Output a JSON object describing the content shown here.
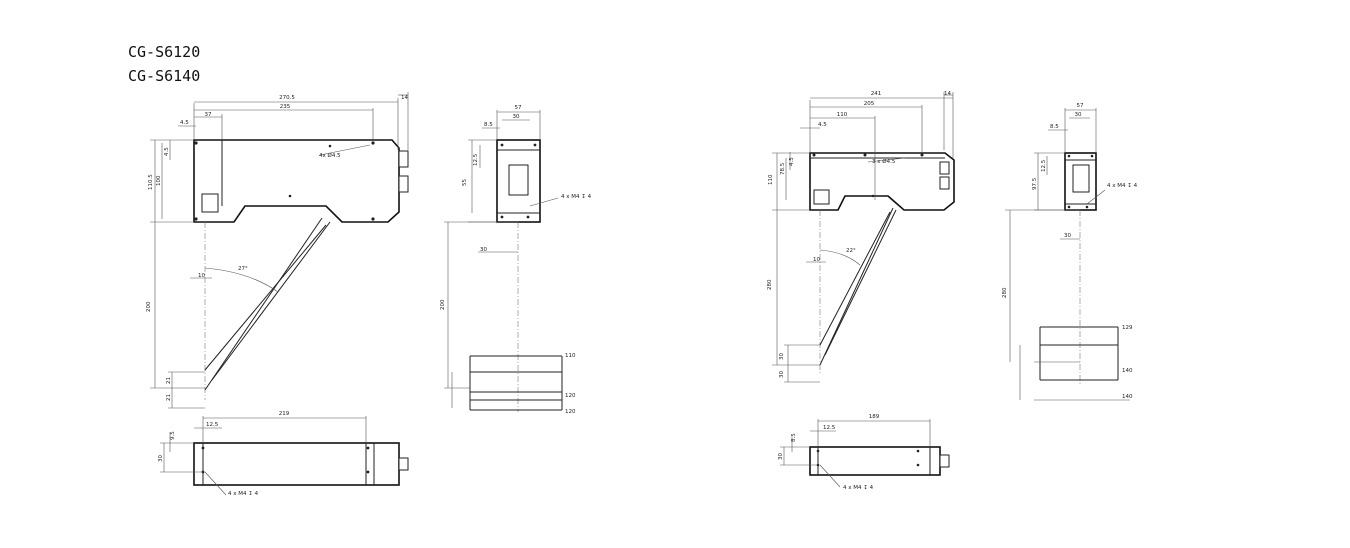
{
  "titles": [
    "CG-S6120",
    "CG-S6140"
  ],
  "left_model": {
    "side": {
      "total": "270.5",
      "flange": "14",
      "body": "235",
      "offset": "37",
      "edge": "4.5",
      "h_outer": "110.5",
      "h_inner": "100",
      "top": "4.5",
      "holes": "4x Ø4.5",
      "angle": "27°",
      "beam": "10",
      "range": "200",
      "d1": "21",
      "d2": "21"
    },
    "front": {
      "width": "57",
      "inner": "30",
      "edge": "8.5",
      "up": "12.5",
      "h": "55",
      "screws": "4 x M4 ↧ 4",
      "dist": "200",
      "center": "30",
      "s1": "110",
      "s2": "120",
      "s3": "120"
    },
    "top": {
      "length": "219",
      "edge": "12.5",
      "h1": "9.5",
      "h2": "30",
      "screws": "4 x M4 ↧ 4"
    }
  },
  "right_model": {
    "side": {
      "total": "241",
      "flange": "14",
      "body": "205",
      "offset": "110",
      "edge": "4.5",
      "h_outer": "110",
      "h_inner": "78.5",
      "top": "4.5",
      "holes": "3 x Ø4.5",
      "angle": "22°",
      "beam": "10",
      "range": "280",
      "d1": "30",
      "d2": "30"
    },
    "front": {
      "width": "57",
      "inner": "30",
      "edge": "8.5",
      "up": "12.5",
      "h": "97.5",
      "screws": "4 x M4 ↧ 4",
      "dist": "280",
      "center": "30",
      "s1": "129",
      "s2": "140",
      "s3": "140"
    },
    "top": {
      "length": "189",
      "edge": "12.5",
      "h1": "8.5",
      "h2": "30",
      "screws": "4 x M4 ↧ 4"
    }
  }
}
